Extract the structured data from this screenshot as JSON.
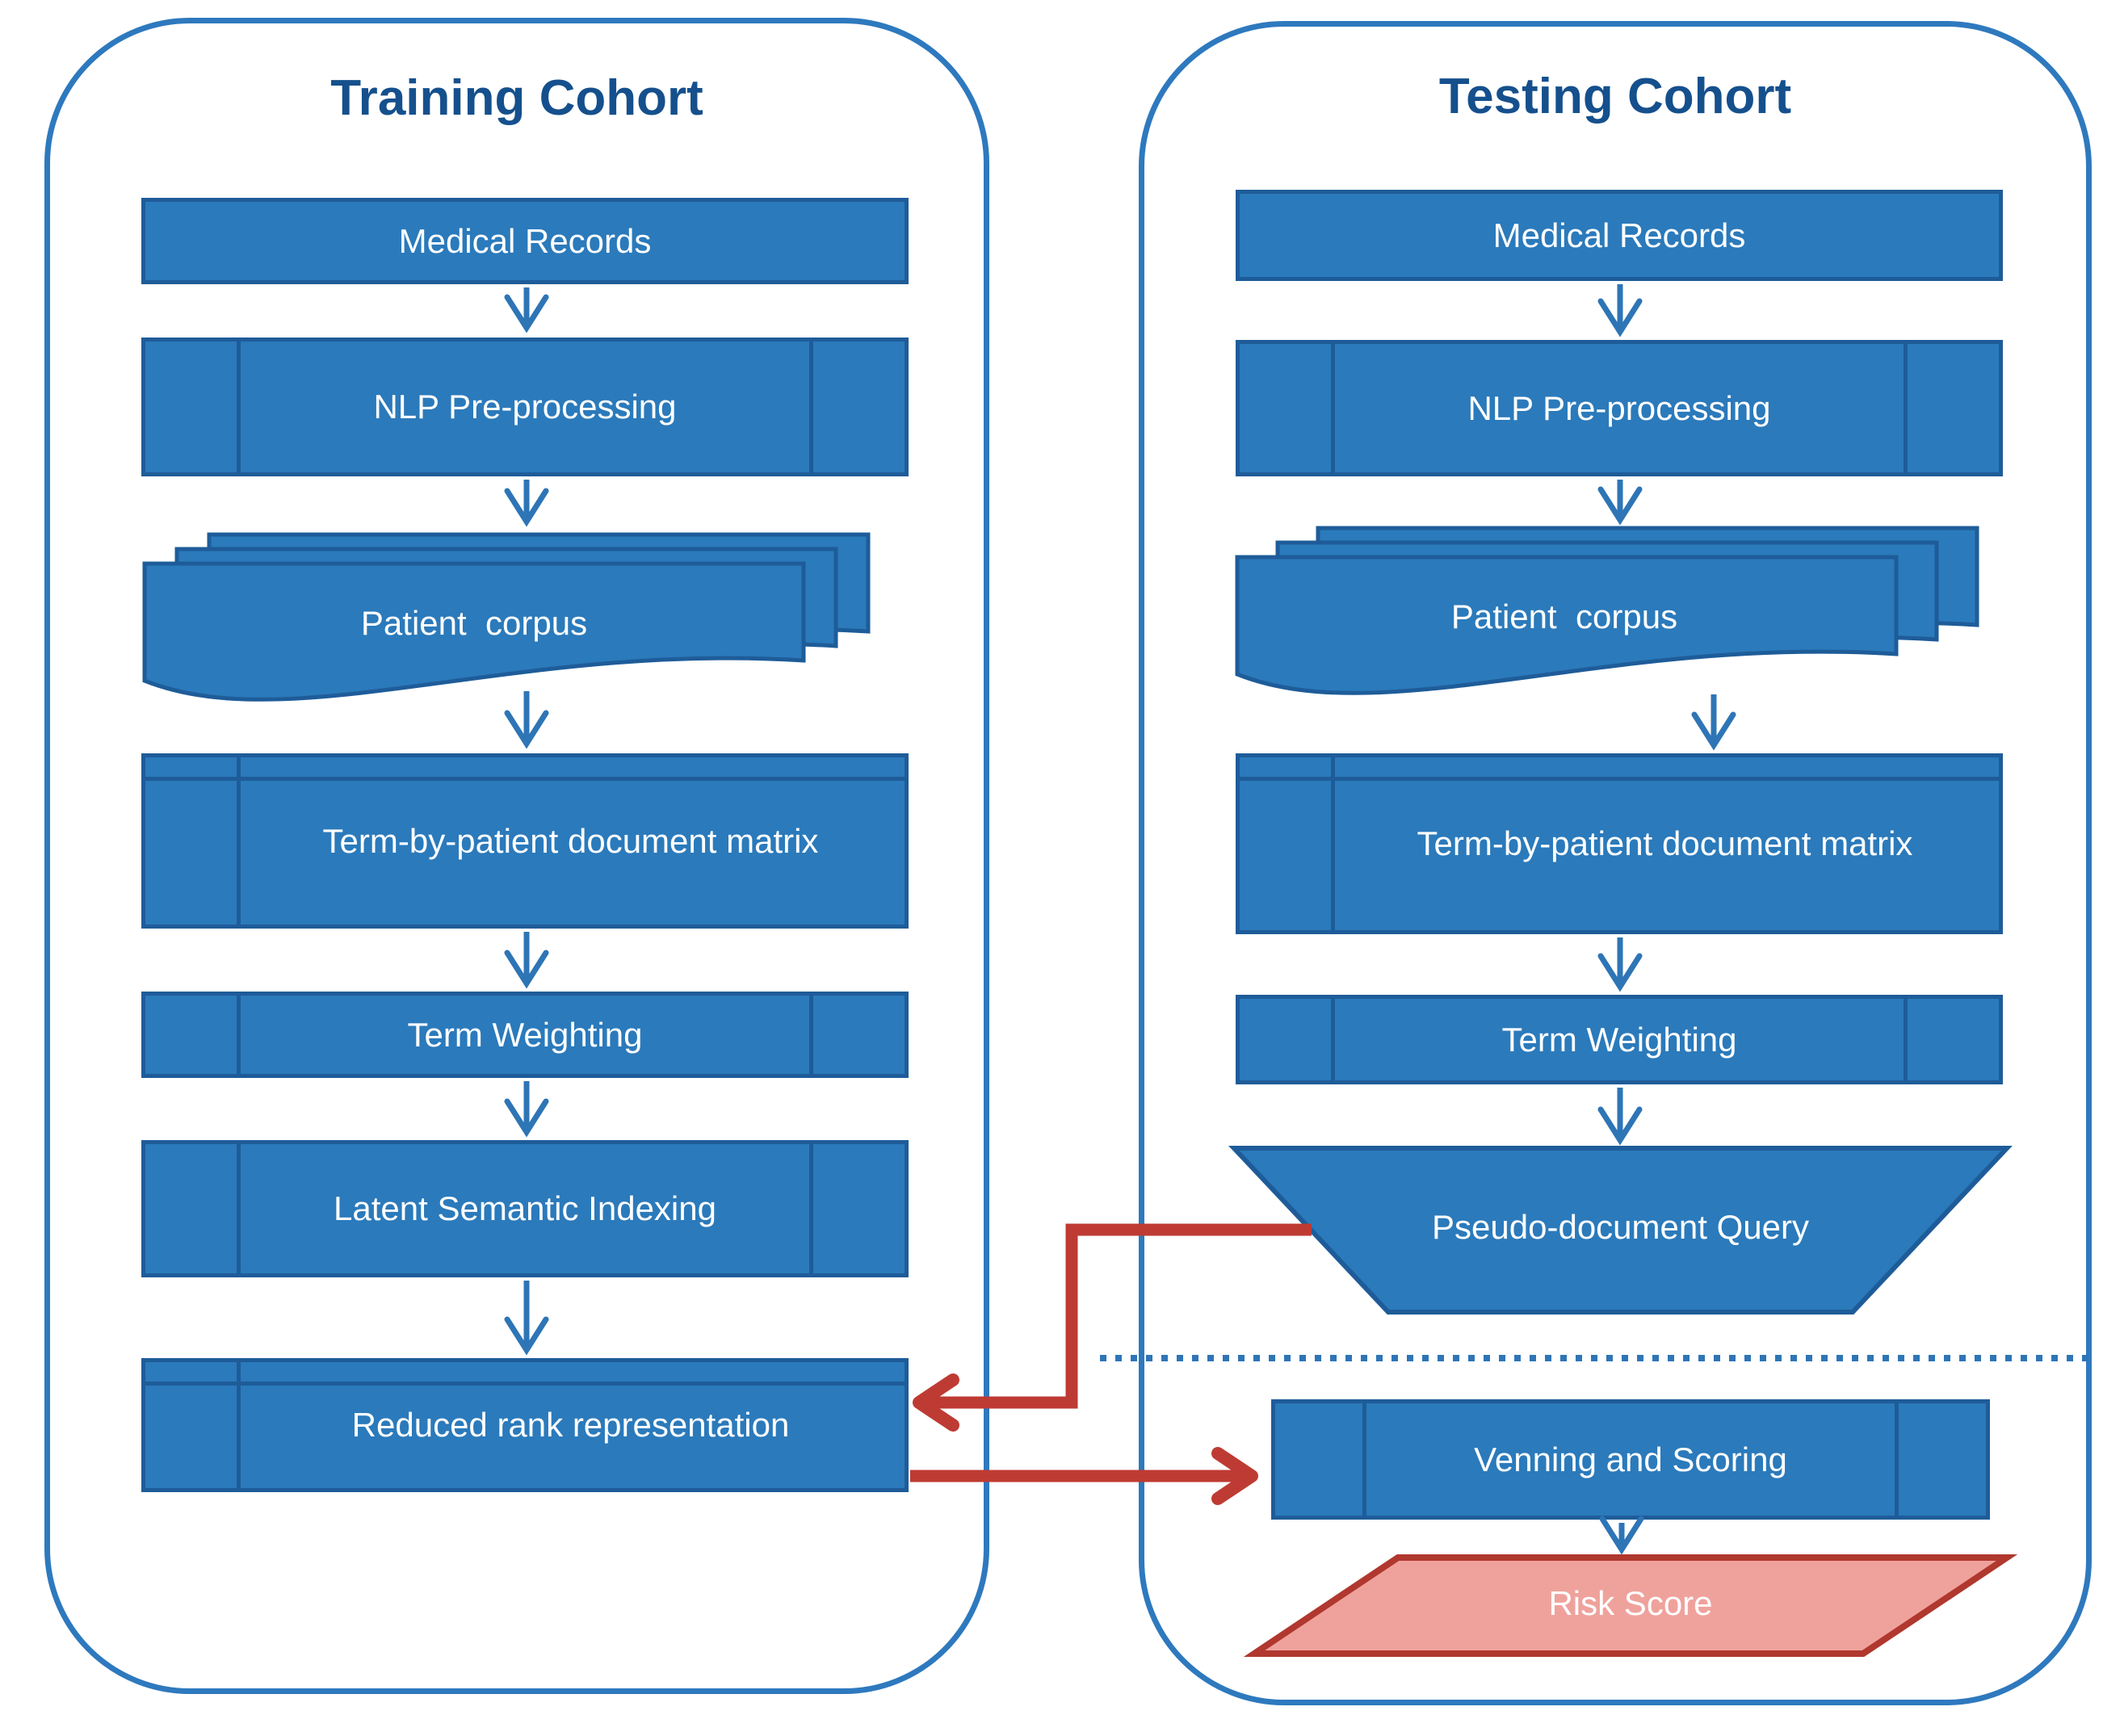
{
  "colors": {
    "panel_border": "#2E79BE",
    "node_fill": "#2B7ABB",
    "node_border": "#1E5C99",
    "arrow_blue": "#2E75B6",
    "arrow_red": "#BE3B33",
    "risk_fill": "#EFA29C",
    "risk_border": "#B0382F",
    "title_text": "#15508D",
    "node_text": "#FFFFFF"
  },
  "training": {
    "title": "Training Cohort",
    "nodes": {
      "medical_records": "Medical Records",
      "nlp": "NLP Pre-processing",
      "patient_corpus": "Patient  corpus",
      "matrix": "Term-by-patient document matrix",
      "term_weighting": "Term Weighting",
      "lsi": "Latent Semantic Indexing",
      "reduced_rank": "Reduced rank representation"
    }
  },
  "testing": {
    "title": "Testing Cohort",
    "nodes": {
      "medical_records": "Medical Records",
      "nlp": "NLP Pre-processing",
      "patient_corpus": "Patient  corpus",
      "matrix": "Term-by-patient document matrix",
      "term_weighting": "Term Weighting",
      "pseudo_query": "Pseudo-document Query",
      "venning": "Venning and Scoring",
      "risk_score": "Risk Score"
    }
  }
}
